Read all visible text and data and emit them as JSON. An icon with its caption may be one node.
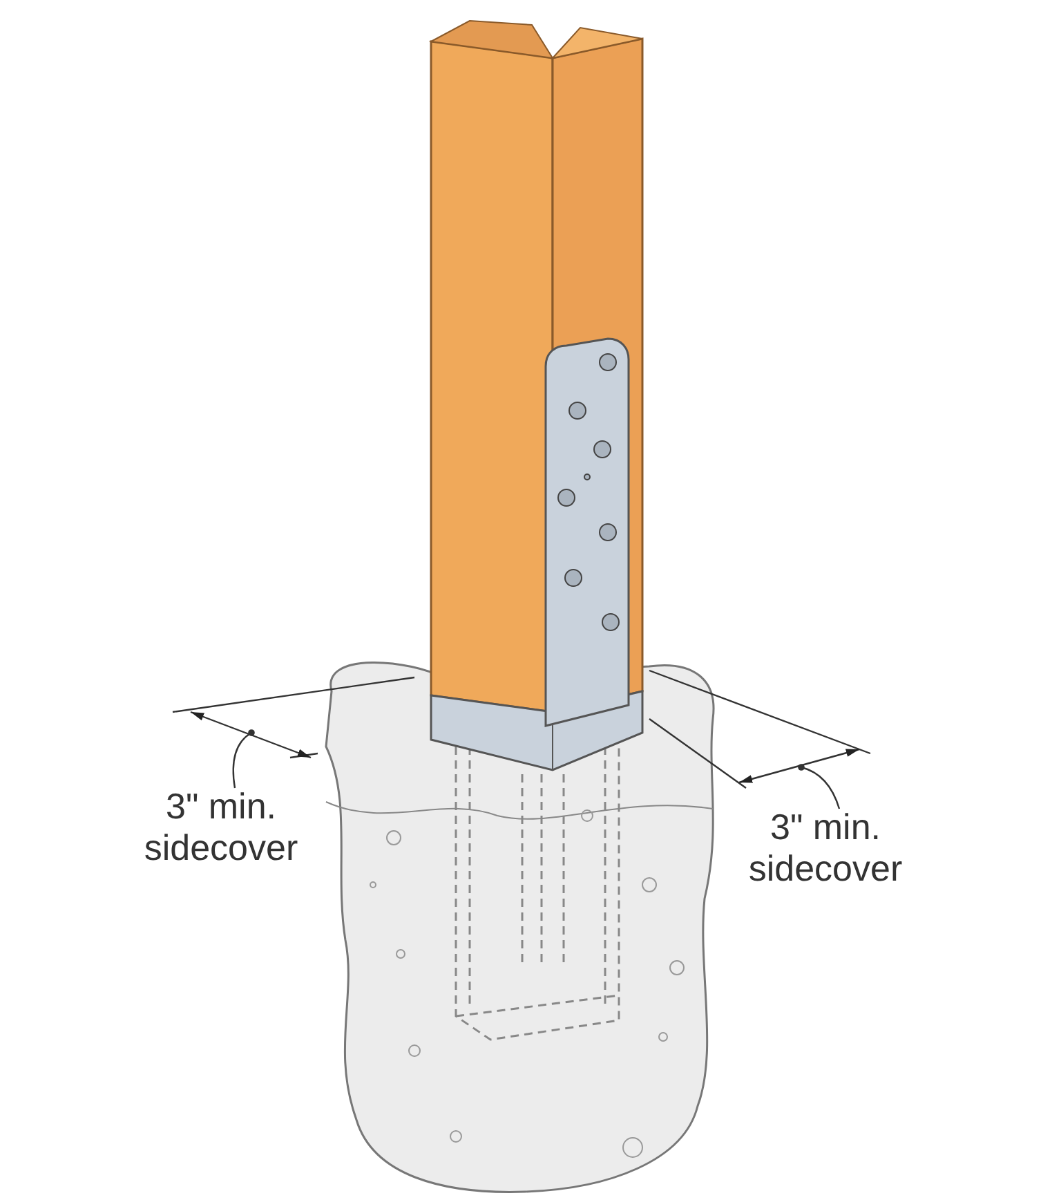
{
  "diagram": {
    "nodes": [
      {
        "text": [
          "3\" min. sidecover"
        ]
      },
      {
        "text": [
          "3\" min. sidecover"
        ]
      }
    ],
    "edges": [
      {
        "from": 0,
        "to": null,
        "arrow": "other"
      },
      {
        "from": 1,
        "to": null,
        "arrow": "other"
      }
    ]
  }
}
